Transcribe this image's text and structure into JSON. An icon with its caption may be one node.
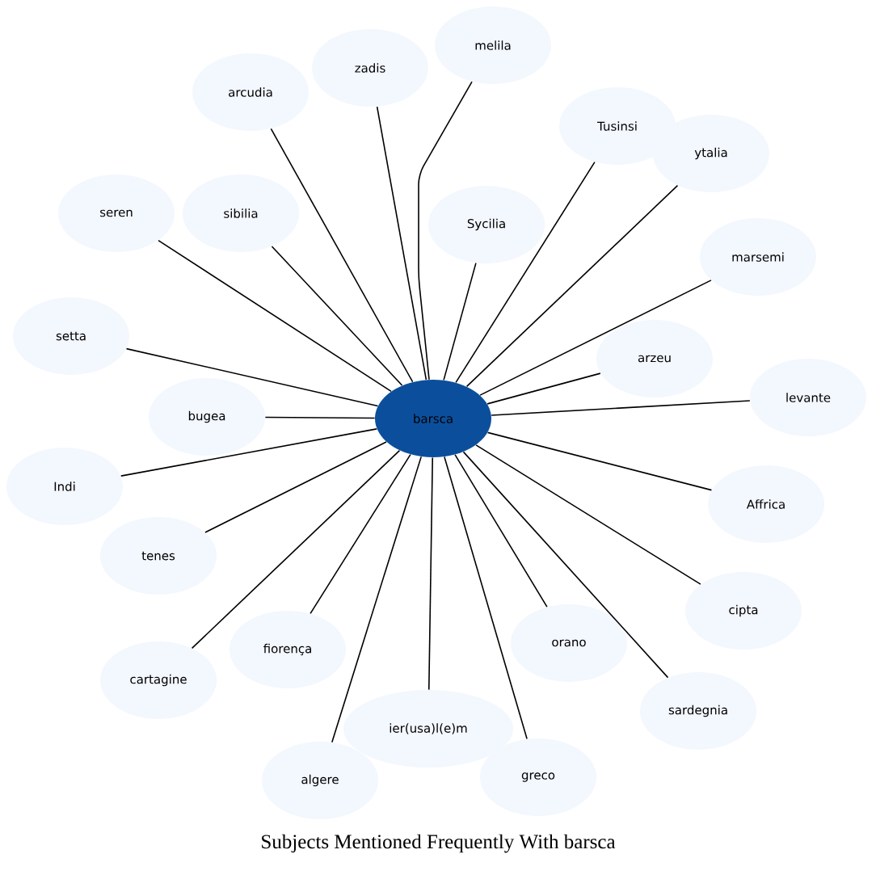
{
  "diagram": {
    "title": "Subjects Mentioned Frequently With barsca",
    "nodes": [
      {
        "text": [
          "barsca"
        ]
      },
      {
        "text": [
          "melila"
        ]
      },
      {
        "text": [
          "zadis"
        ]
      },
      {
        "text": [
          "arcudia"
        ]
      },
      {
        "text": [
          "Tusinsi"
        ]
      },
      {
        "text": [
          "ytalia"
        ]
      },
      {
        "text": [
          "seren"
        ]
      },
      {
        "text": [
          "sibilia"
        ]
      },
      {
        "text": [
          "Sycilia"
        ]
      },
      {
        "text": [
          "marsemi"
        ]
      },
      {
        "text": [
          "setta"
        ]
      },
      {
        "text": [
          "bugea"
        ]
      },
      {
        "text": [
          "arzeu"
        ]
      },
      {
        "text": [
          "levante"
        ]
      },
      {
        "text": [
          "Indi"
        ]
      },
      {
        "text": [
          "Affrica"
        ]
      },
      {
        "text": [
          "tenes"
        ]
      },
      {
        "text": [
          "orano"
        ]
      },
      {
        "text": [
          "cipta"
        ]
      },
      {
        "text": [
          "fiorença"
        ]
      },
      {
        "text": [
          "cartagine"
        ]
      },
      {
        "text": [
          "sardegnia"
        ]
      },
      {
        "text": [
          "ier(usa)l(e)m"
        ]
      },
      {
        "text": [
          "algere"
        ]
      },
      {
        "text": [
          "greco"
        ]
      }
    ],
    "edges": [
      {
        "from": 0,
        "to": 1,
        "arrow": "none"
      },
      {
        "from": 0,
        "to": 2,
        "arrow": "none"
      },
      {
        "from": 0,
        "to": 3,
        "arrow": "none"
      },
      {
        "from": 0,
        "to": 4,
        "arrow": "none"
      },
      {
        "from": 0,
        "to": 5,
        "arrow": "none"
      },
      {
        "from": 0,
        "to": 6,
        "arrow": "none"
      },
      {
        "from": 0,
        "to": 7,
        "arrow": "none"
      },
      {
        "from": 0,
        "to": 8,
        "arrow": "none"
      },
      {
        "from": 0,
        "to": 9,
        "arrow": "none"
      },
      {
        "from": 0,
        "to": 10,
        "arrow": "none"
      },
      {
        "from": 0,
        "to": 11,
        "arrow": "none"
      },
      {
        "from": 0,
        "to": 12,
        "arrow": "none"
      },
      {
        "from": 0,
        "to": 13,
        "arrow": "none"
      },
      {
        "from": 0,
        "to": 14,
        "arrow": "none"
      },
      {
        "from": 0,
        "to": 15,
        "arrow": "none"
      },
      {
        "from": 0,
        "to": 16,
        "arrow": "none"
      },
      {
        "from": 0,
        "to": 17,
        "arrow": "none"
      },
      {
        "from": 0,
        "to": 18,
        "arrow": "none"
      },
      {
        "from": 0,
        "to": 19,
        "arrow": "none"
      },
      {
        "from": 0,
        "to": 20,
        "arrow": "none"
      },
      {
        "from": 0,
        "to": 21,
        "arrow": "none"
      },
      {
        "from": 0,
        "to": 22,
        "arrow": "none"
      },
      {
        "from": 0,
        "to": 23,
        "arrow": "none"
      },
      {
        "from": 0,
        "to": 24,
        "arrow": "none"
      }
    ]
  }
}
